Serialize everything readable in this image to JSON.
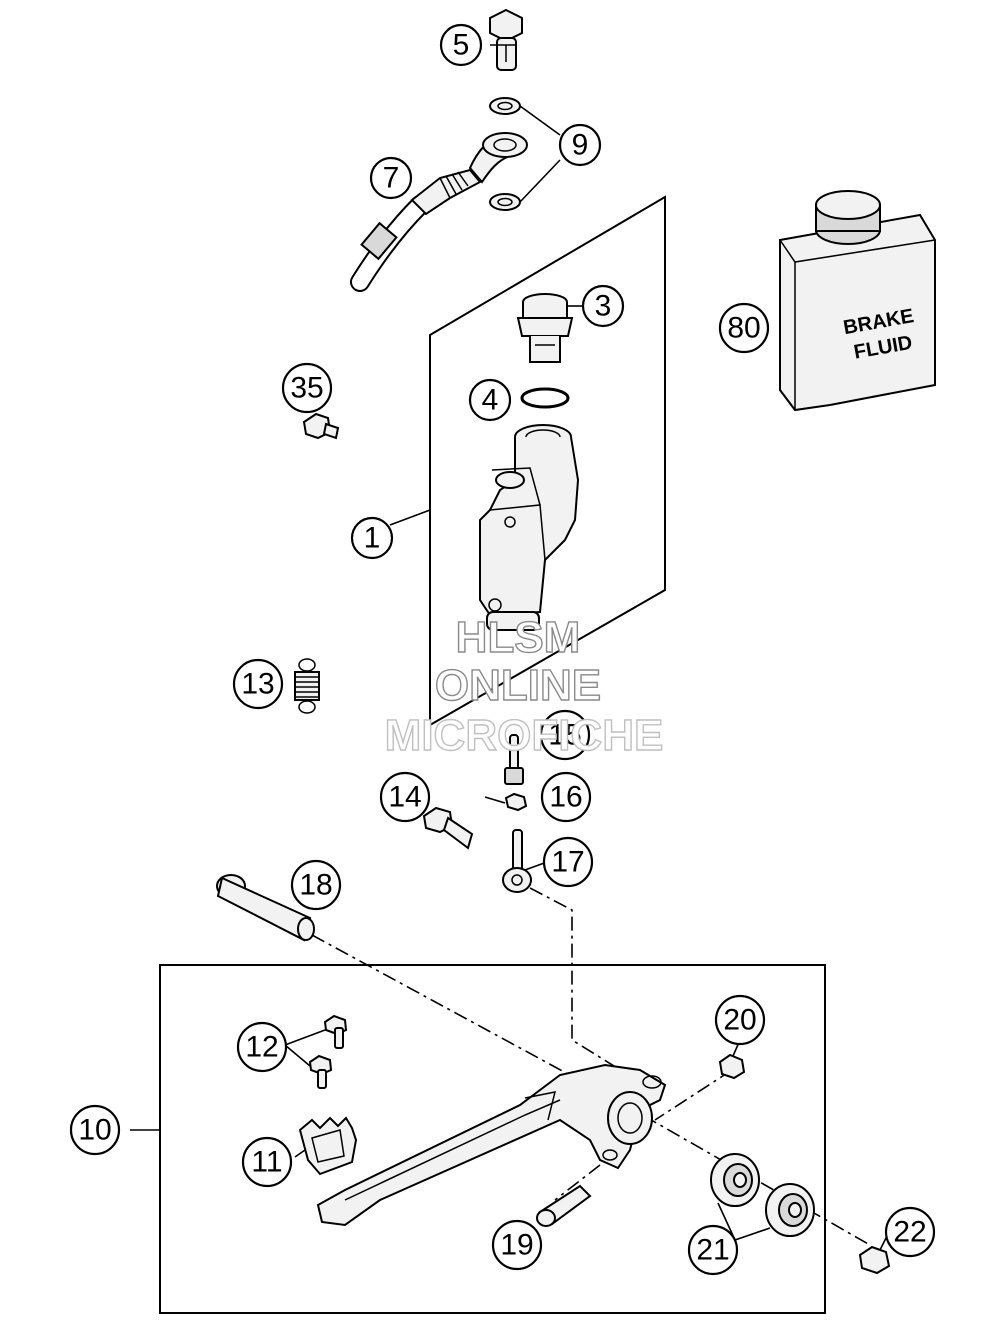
{
  "callouts": {
    "c1": "1",
    "c3": "3",
    "c4": "4",
    "c5": "5",
    "c7": "7",
    "c9": "9",
    "c10": "10",
    "c11": "11",
    "c12": "12",
    "c13": "13",
    "c14": "14",
    "c15": "15",
    "c16": "16",
    "c17": "17",
    "c18": "18",
    "c19": "19",
    "c20": "20",
    "c21": "21",
    "c22": "22",
    "c35": "35",
    "c80": "80"
  },
  "brake_fluid_label": {
    "line1": "BRAKE",
    "line2": "FLUID"
  },
  "watermark": {
    "line1": "HLSM",
    "line2": "ONLINE",
    "line3": "MICROFICHE"
  }
}
